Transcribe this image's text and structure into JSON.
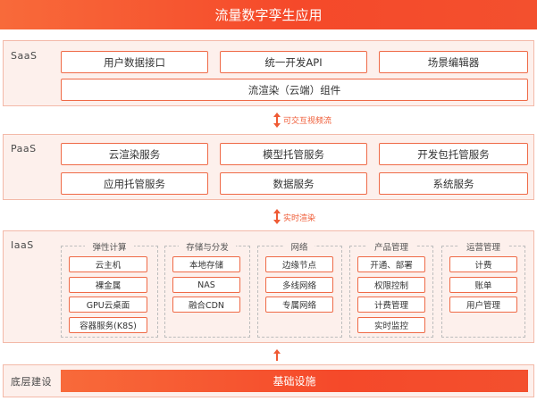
{
  "title": "流量数字孪生应用",
  "saas": {
    "label": "SaaS",
    "row1": [
      "用户数据接口",
      "统一开发API",
      "场景编辑器"
    ],
    "row2": "流渲染（云端）组件"
  },
  "connector1": "可交互视频流",
  "paas": {
    "label": "PaaS",
    "row1": [
      "云渲染服务",
      "模型托管服务",
      "开发包托管服务"
    ],
    "row2": [
      "应用托管服务",
      "数据服务",
      "系统服务"
    ]
  },
  "connector2": "实时渲染",
  "iaas": {
    "label": "IaaS",
    "groups": [
      {
        "title": "弹性计算",
        "items": [
          "云主机",
          "裸金属",
          "GPU云桌面",
          "容器服务(K8S)"
        ]
      },
      {
        "title": "存储与分发",
        "items": [
          "本地存储",
          "NAS",
          "融合CDN"
        ]
      },
      {
        "title": "网络",
        "items": [
          "边缘节点",
          "多线网络",
          "专属网络"
        ]
      },
      {
        "title": "产品管理",
        "items": [
          "开通、部署",
          "权限控制",
          "计费管理",
          "实时监控"
        ]
      },
      {
        "title": "运营管理",
        "items": [
          "计费",
          "账单",
          "用户管理"
        ]
      }
    ]
  },
  "base": {
    "label": "底层建设",
    "bar": "基础设施"
  },
  "colors": {
    "accent": "#f5492a",
    "panel_bg": "#fdf0ec",
    "border": "#ef6a47"
  }
}
